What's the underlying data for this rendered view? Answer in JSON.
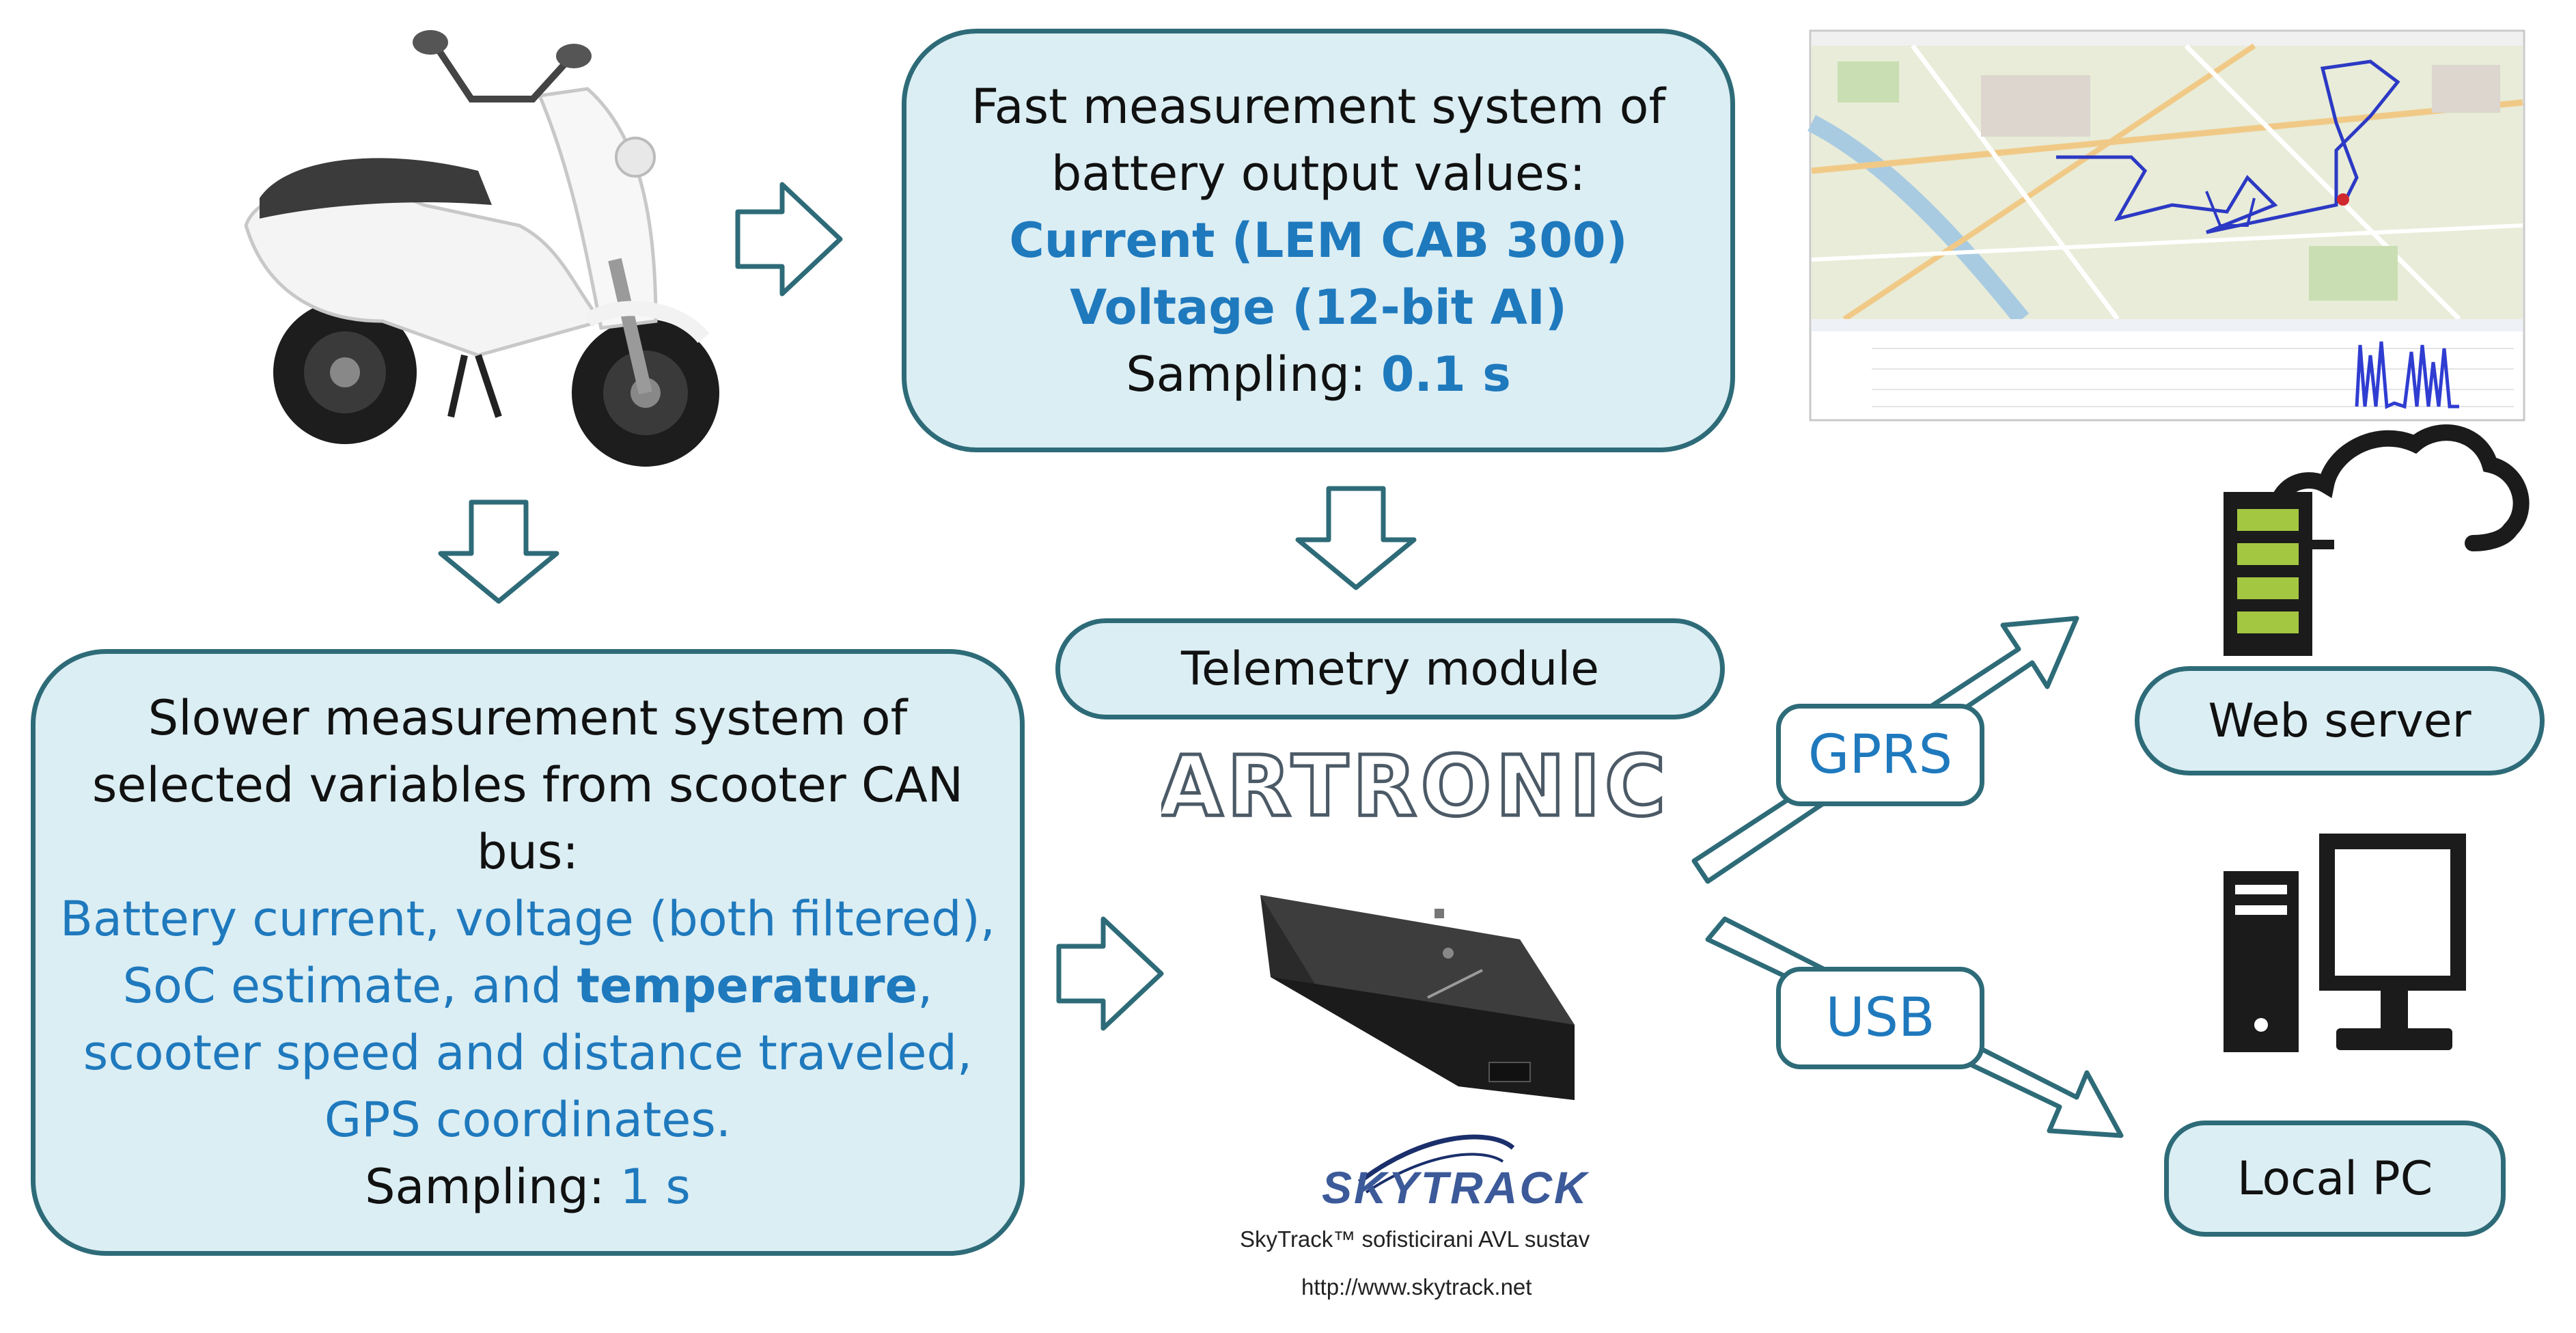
{
  "colors": {
    "box_fill": "#dbeef4",
    "box_border": "#2e6b78",
    "accent_blue": "#1f79bd",
    "server_green": "#a4c741"
  },
  "fast_box": {
    "line1": "Fast measurement system of",
    "line2": "battery output values:",
    "current": "Current (LEM CAB 300)",
    "voltage": "Voltage (12-bit AI)",
    "sampling_label": "Sampling: ",
    "sampling_value": "0.1 s"
  },
  "slow_box": {
    "line1": "Slower measurement system of",
    "line2": "selected variables from scooter CAN",
    "line3": "bus:",
    "line4": "Battery current, voltage (both filtered),",
    "line5_pre": "SoC estimate, and ",
    "line5_bold": "temperature",
    "line5_post": ",",
    "line6": "scooter speed and distance traveled,",
    "line7": "GPS coordinates.",
    "sampling_label": "Sampling: ",
    "sampling_value": "1 s"
  },
  "telemetry": {
    "label": "Telemetry module"
  },
  "brand": {
    "artronic": "ARTRONIC"
  },
  "links": {
    "gprs": "GPRS",
    "usb": "USB"
  },
  "web_server": {
    "label": "Web server"
  },
  "local_pc": {
    "label": "Local PC"
  },
  "skytrack": {
    "logo": "SKYTRACK",
    "caption": "SkyTrack™ sofisticirani AVL sustav",
    "url": "http://www.skytrack.net"
  },
  "icons": [
    "scooter-image",
    "map-screenshot",
    "telemetry-device-image",
    "cloud-server-icon",
    "desktop-pc-icon",
    "arrow-icon"
  ]
}
